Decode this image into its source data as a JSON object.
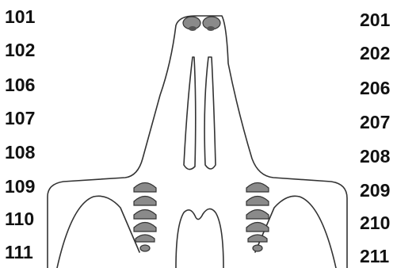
{
  "labels_left": [
    "101",
    "102",
    "106",
    "107",
    "108",
    "109",
    "110",
    "111"
  ],
  "labels_right": [
    "201",
    "202",
    "206",
    "207",
    "208",
    "209",
    "210",
    "211"
  ]
}
